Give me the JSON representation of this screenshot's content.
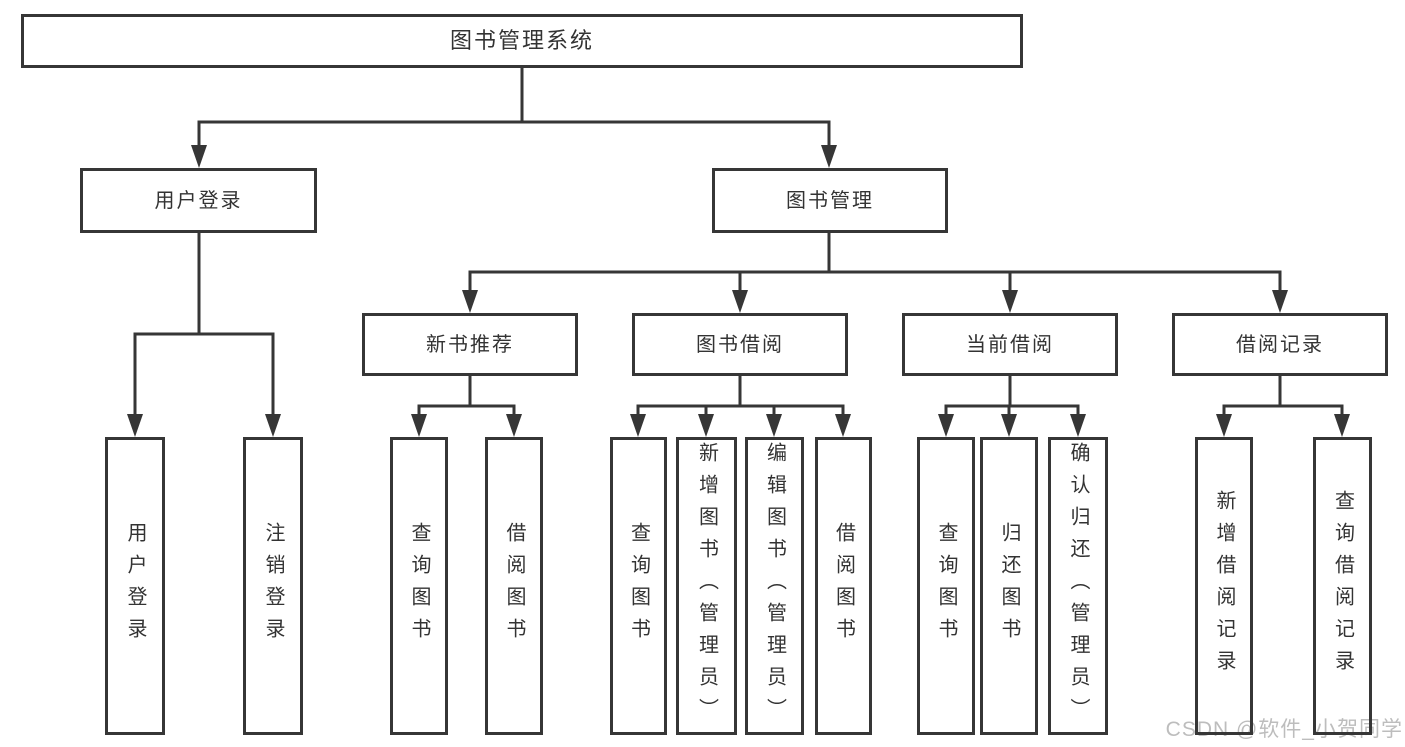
{
  "tree": {
    "label": "图书管理系统",
    "children": [
      {
        "label": "用户登录",
        "children": [
          {
            "label": "用户登录"
          },
          {
            "label": "注销登录"
          }
        ]
      },
      {
        "label": "图书管理",
        "children": [
          {
            "label": "新书推荐",
            "children": [
              {
                "label": "查询图书"
              },
              {
                "label": "借阅图书"
              }
            ]
          },
          {
            "label": "图书借阅",
            "children": [
              {
                "label": "查询图书"
              },
              {
                "label": "新增图书（管理员）"
              },
              {
                "label": "编辑图书（管理员）"
              },
              {
                "label": "借阅图书"
              }
            ]
          },
          {
            "label": "当前借阅",
            "children": [
              {
                "label": "查询图书"
              },
              {
                "label": "归还图书"
              },
              {
                "label": "确认归还（管理员）"
              }
            ]
          },
          {
            "label": "借阅记录",
            "children": [
              {
                "label": "新增借阅记录"
              },
              {
                "label": "查询借阅记录"
              }
            ]
          }
        ]
      }
    ]
  },
  "watermark": "CSDN @软件_小贺同学",
  "colors": {
    "line": "#363636",
    "text": "#333333",
    "watermark": "#bdbdbd",
    "background": "#ffffff"
  }
}
